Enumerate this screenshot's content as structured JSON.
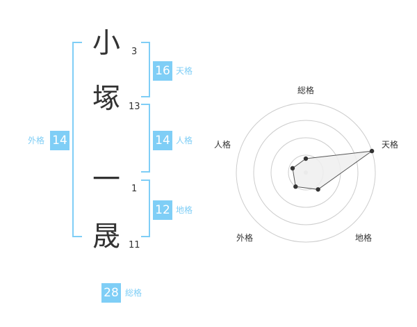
{
  "name_chars": [
    {
      "char": "小",
      "strokes": "3"
    },
    {
      "char": "塚",
      "strokes": "13"
    },
    {
      "char": "一",
      "strokes": "1"
    },
    {
      "char": "晟",
      "strokes": "11"
    }
  ],
  "fortune": {
    "tenkaku": {
      "value": "16",
      "label": "天格"
    },
    "jinkaku": {
      "value": "14",
      "label": "人格"
    },
    "chikaku": {
      "value": "12",
      "label": "地格"
    },
    "gaikaku": {
      "value": "14",
      "label": "外格"
    },
    "soukaku": {
      "value": "28",
      "label": "総格"
    }
  },
  "chart_data": {
    "type": "radar",
    "axes": [
      "総格",
      "天格",
      "地格",
      "外格",
      "人格"
    ],
    "values": [
      0.2,
      1.0,
      0.3,
      0.25,
      0.2
    ],
    "range": [
      0,
      1
    ],
    "rings": 4,
    "colors": {
      "fill": "#eeeeee",
      "stroke": "#555555",
      "point": "#333333",
      "ring": "#cccccc",
      "center": "#cccccc"
    }
  }
}
